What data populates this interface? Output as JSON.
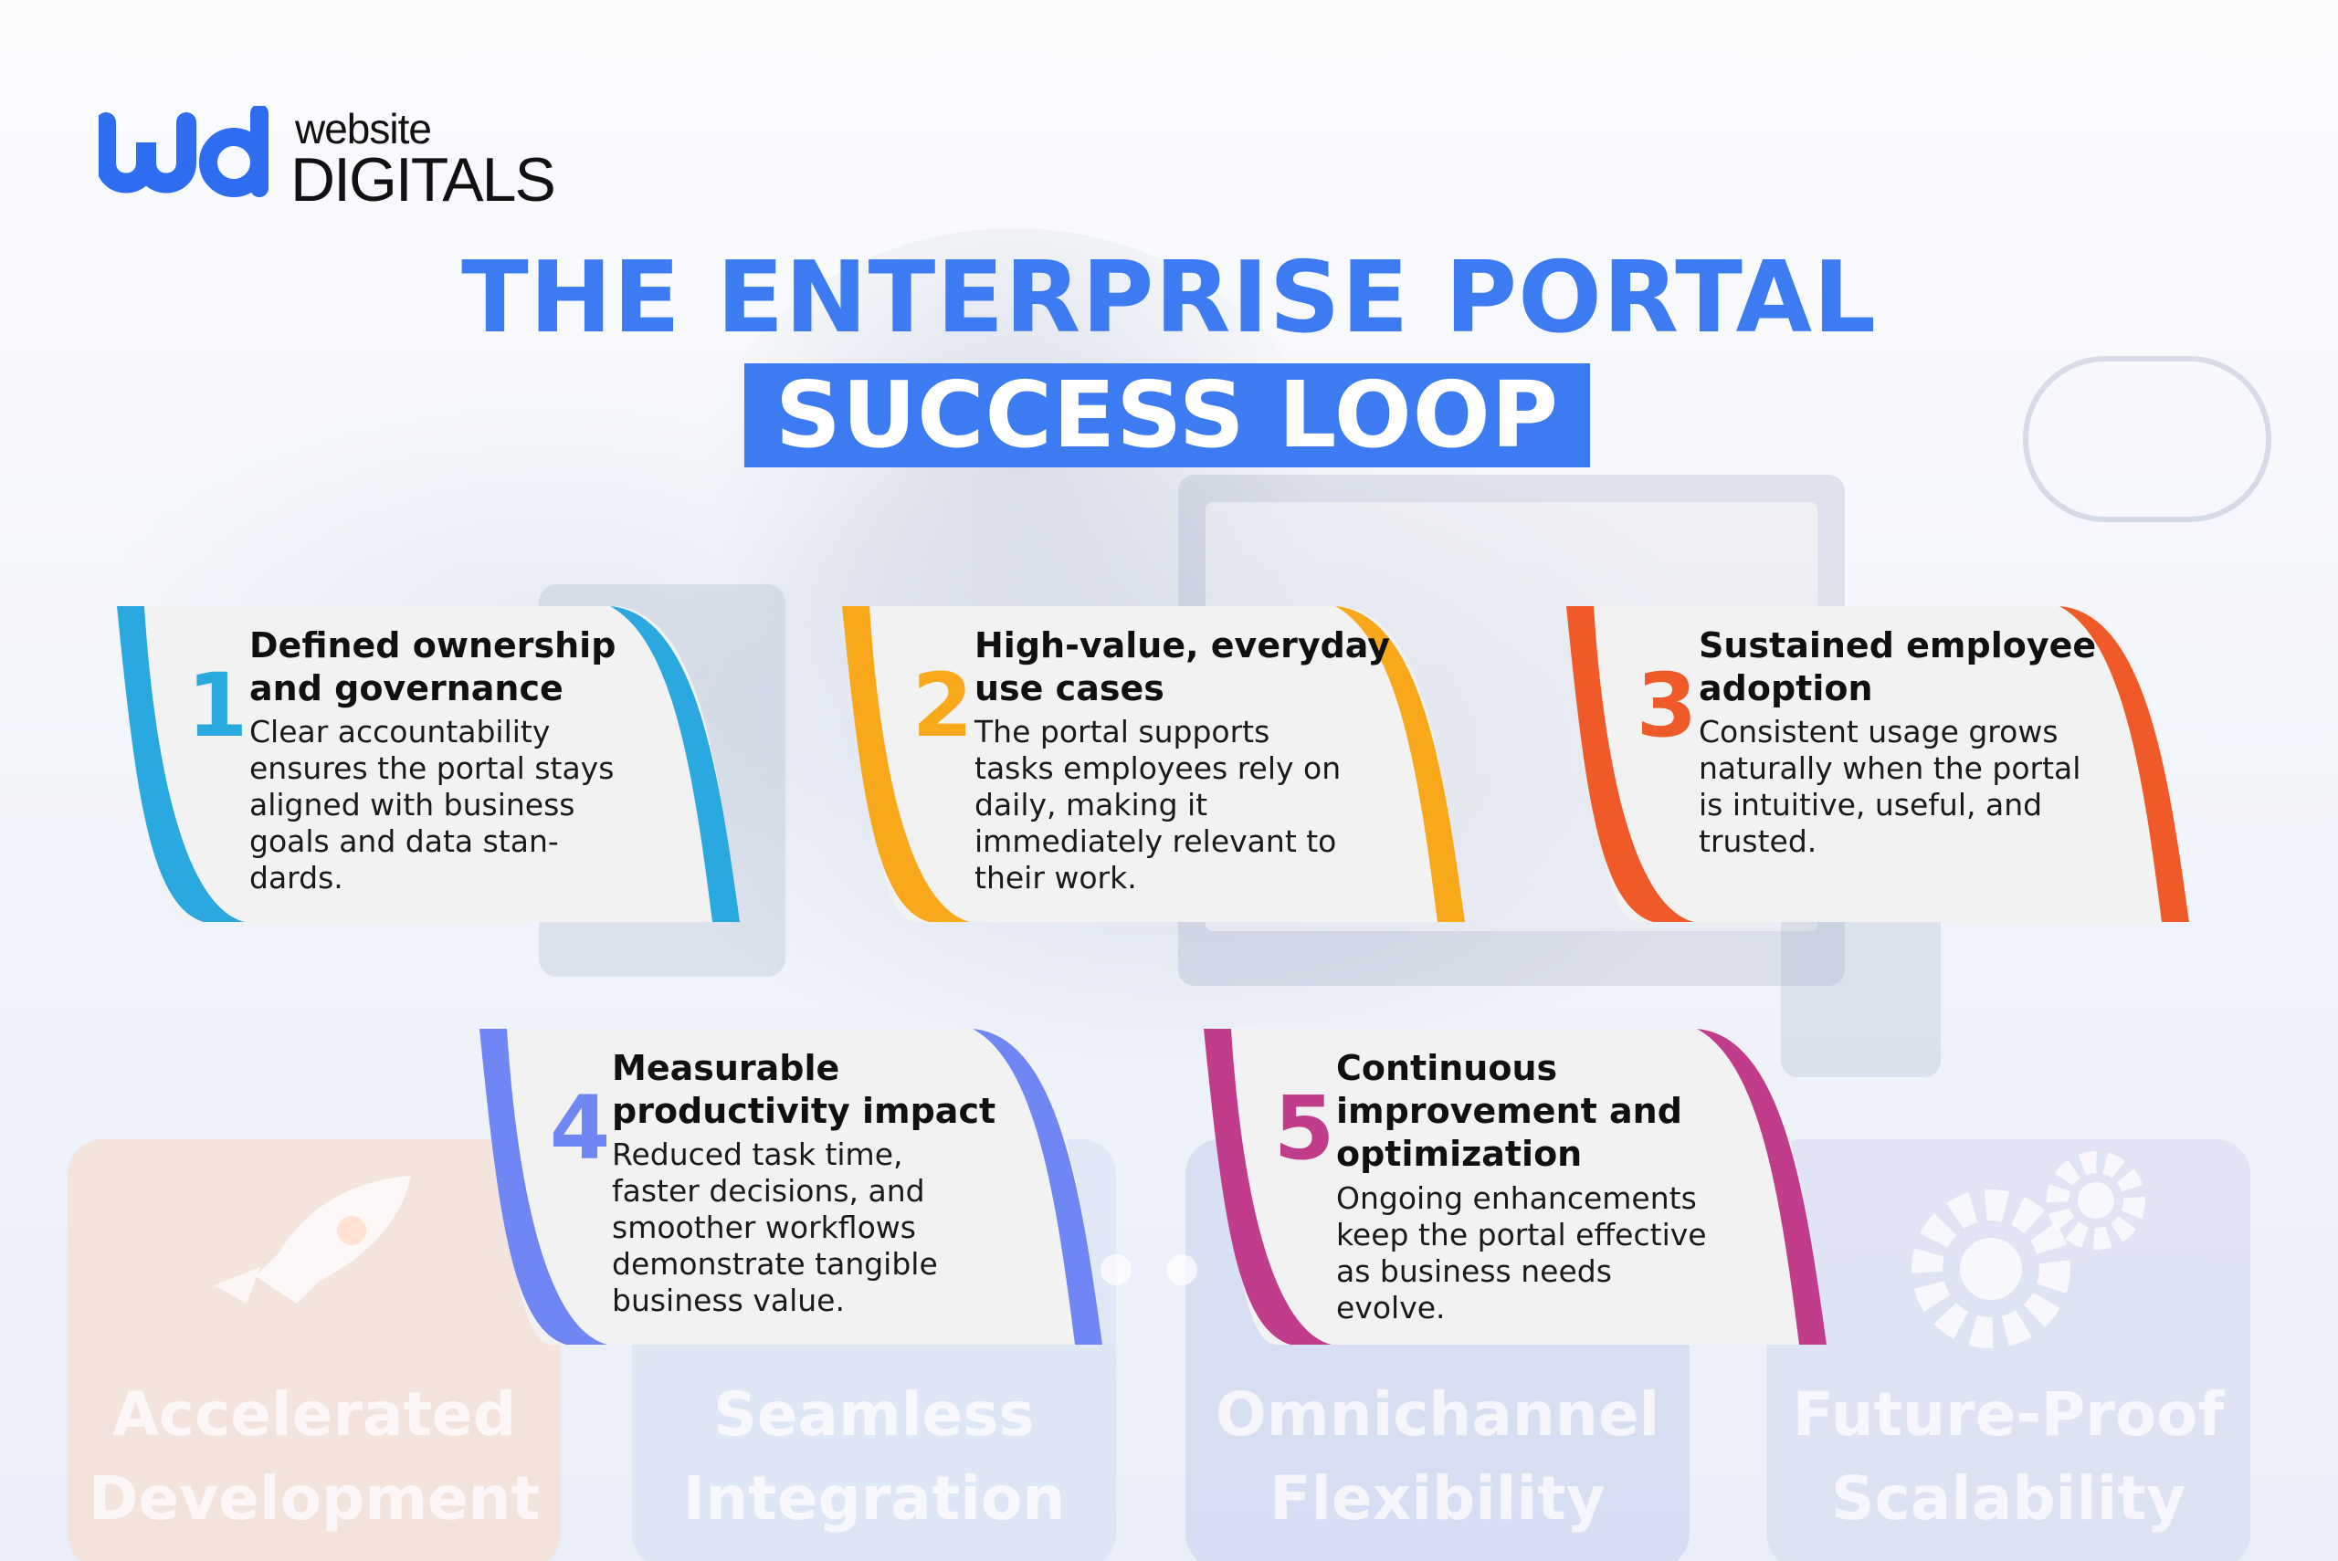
{
  "brand": {
    "logo_word_top": "website",
    "logo_word_bottom": "DIGITALS",
    "logo_mark": "wd-logo-mark",
    "accent_color": "#3d7bf2"
  },
  "title": {
    "line1": "THE ENTERPRISE PORTAL",
    "line2": "SUCCESS LOOP"
  },
  "steps": [
    {
      "number": "1",
      "heading": "Defined ownership and governance",
      "body": "Clear accountability ensures the portal stays aligned with business goals and data stan- dards.",
      "color": "#29a9df"
    },
    {
      "number": "2",
      "heading": "High-value, everyday use cases",
      "body": "The portal supports tasks employees rely on daily, making it immediately relevant to their work.",
      "color": "#f9a81b"
    },
    {
      "number": "3",
      "heading": "Sustained employee adoption",
      "body": "Consistent usage grows naturally when the portal is intuitive, useful, and trusted.",
      "color": "#f05a28"
    },
    {
      "number": "4",
      "heading": "Measurable productivity impact",
      "body": "Reduced task time, faster decisions, and smoother workflows demonstrate tangible business value.",
      "color": "#6f86f5"
    },
    {
      "number": "5",
      "heading": "Continuous improvement and optimization",
      "body": "Ongoing enhancements keep the portal effective as business needs evolve.",
      "color": "#c23c8c"
    }
  ],
  "background_tiles": [
    {
      "text": "Accelerated Development",
      "icon": "rocket-icon"
    },
    {
      "text": "Seamless Integration",
      "icon": ""
    },
    {
      "text": "Omnichannel Flexibility",
      "icon": ""
    },
    {
      "text": "Future-Proof Scalability",
      "icon": "gears-icon"
    }
  ]
}
